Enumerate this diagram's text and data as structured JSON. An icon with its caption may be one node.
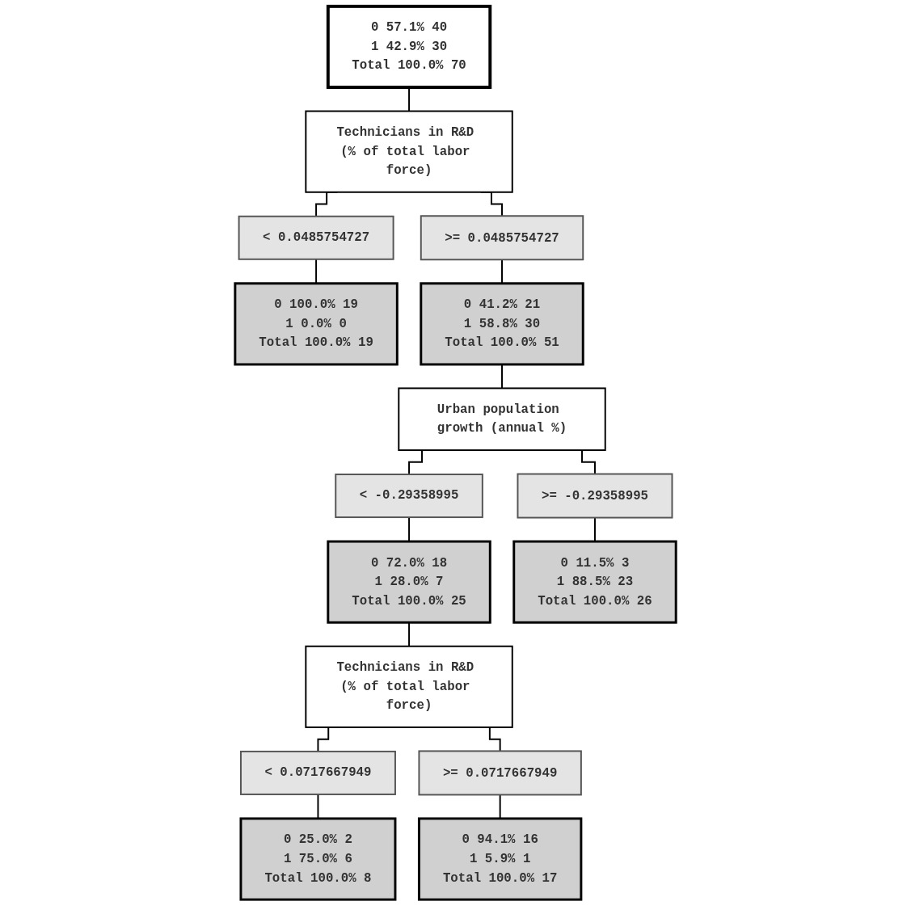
{
  "diagram": {
    "nodes": [
      {
        "text": [
          "0 57.1% 40",
          "1 42.9% 30",
          "Total 100.0% 70"
        ]
      },
      {
        "text": [
          "Technicians in R&D (% of total labor force)"
        ]
      },
      {
        "text": [
          "< 0.0485754727"
        ]
      },
      {
        "text": [
          ">= 0.0485754727"
        ]
      },
      {
        "text": [
          "0 100.0% 19",
          "1 0.0% 0",
          "Total 100.0% 19"
        ]
      },
      {
        "text": [
          "0 41.2% 21",
          "1 58.8% 30",
          "Total 100.0% 51"
        ]
      },
      {
        "text": [
          "Urban population growth (annual %)"
        ]
      },
      {
        "text": [
          "< -0.29358995"
        ]
      },
      {
        "text": [
          ">= -0.29358995"
        ]
      },
      {
        "text": [
          "0 72.0% 18",
          "1 28.0% 7",
          "Total 100.0% 25"
        ]
      },
      {
        "text": [
          "0 11.5% 3",
          "1 88.5% 23",
          "Total 100.0% 26"
        ]
      },
      {
        "text": [
          "Technicians in R&D (% of total labor force)"
        ]
      },
      {
        "text": [
          "< 0.0717667949"
        ]
      },
      {
        "text": [
          ">= 0.0717667949"
        ]
      },
      {
        "text": [
          "0 25.0% 2",
          "1 75.0% 6",
          "Total 100.0% 8"
        ]
      },
      {
        "text": [
          "0 94.1% 16",
          "1 5.9% 1",
          "Total 100.0% 17"
        ]
      }
    ],
    "edges": [
      {
        "from": 0,
        "to": 1,
        "arrow": "none"
      },
      {
        "from": 1,
        "to": 2,
        "arrow": "none"
      },
      {
        "from": 1,
        "to": 3,
        "arrow": "none"
      },
      {
        "from": 2,
        "to": 4,
        "arrow": "none"
      },
      {
        "from": 3,
        "to": 5,
        "arrow": "none"
      },
      {
        "from": 5,
        "to": 6,
        "arrow": "none"
      },
      {
        "from": 6,
        "to": 7,
        "arrow": "none"
      },
      {
        "from": 6,
        "to": 8,
        "arrow": "none"
      },
      {
        "from": 7,
        "to": 9,
        "arrow": "none"
      },
      {
        "from": 8,
        "to": 10,
        "arrow": "none"
      },
      {
        "from": 9,
        "to": 11,
        "arrow": "none"
      },
      {
        "from": 11,
        "to": 12,
        "arrow": "none"
      },
      {
        "from": 11,
        "to": 13,
        "arrow": "none"
      },
      {
        "from": 12,
        "to": 14,
        "arrow": "none"
      },
      {
        "from": 13,
        "to": 15,
        "arrow": "none"
      }
    ]
  }
}
